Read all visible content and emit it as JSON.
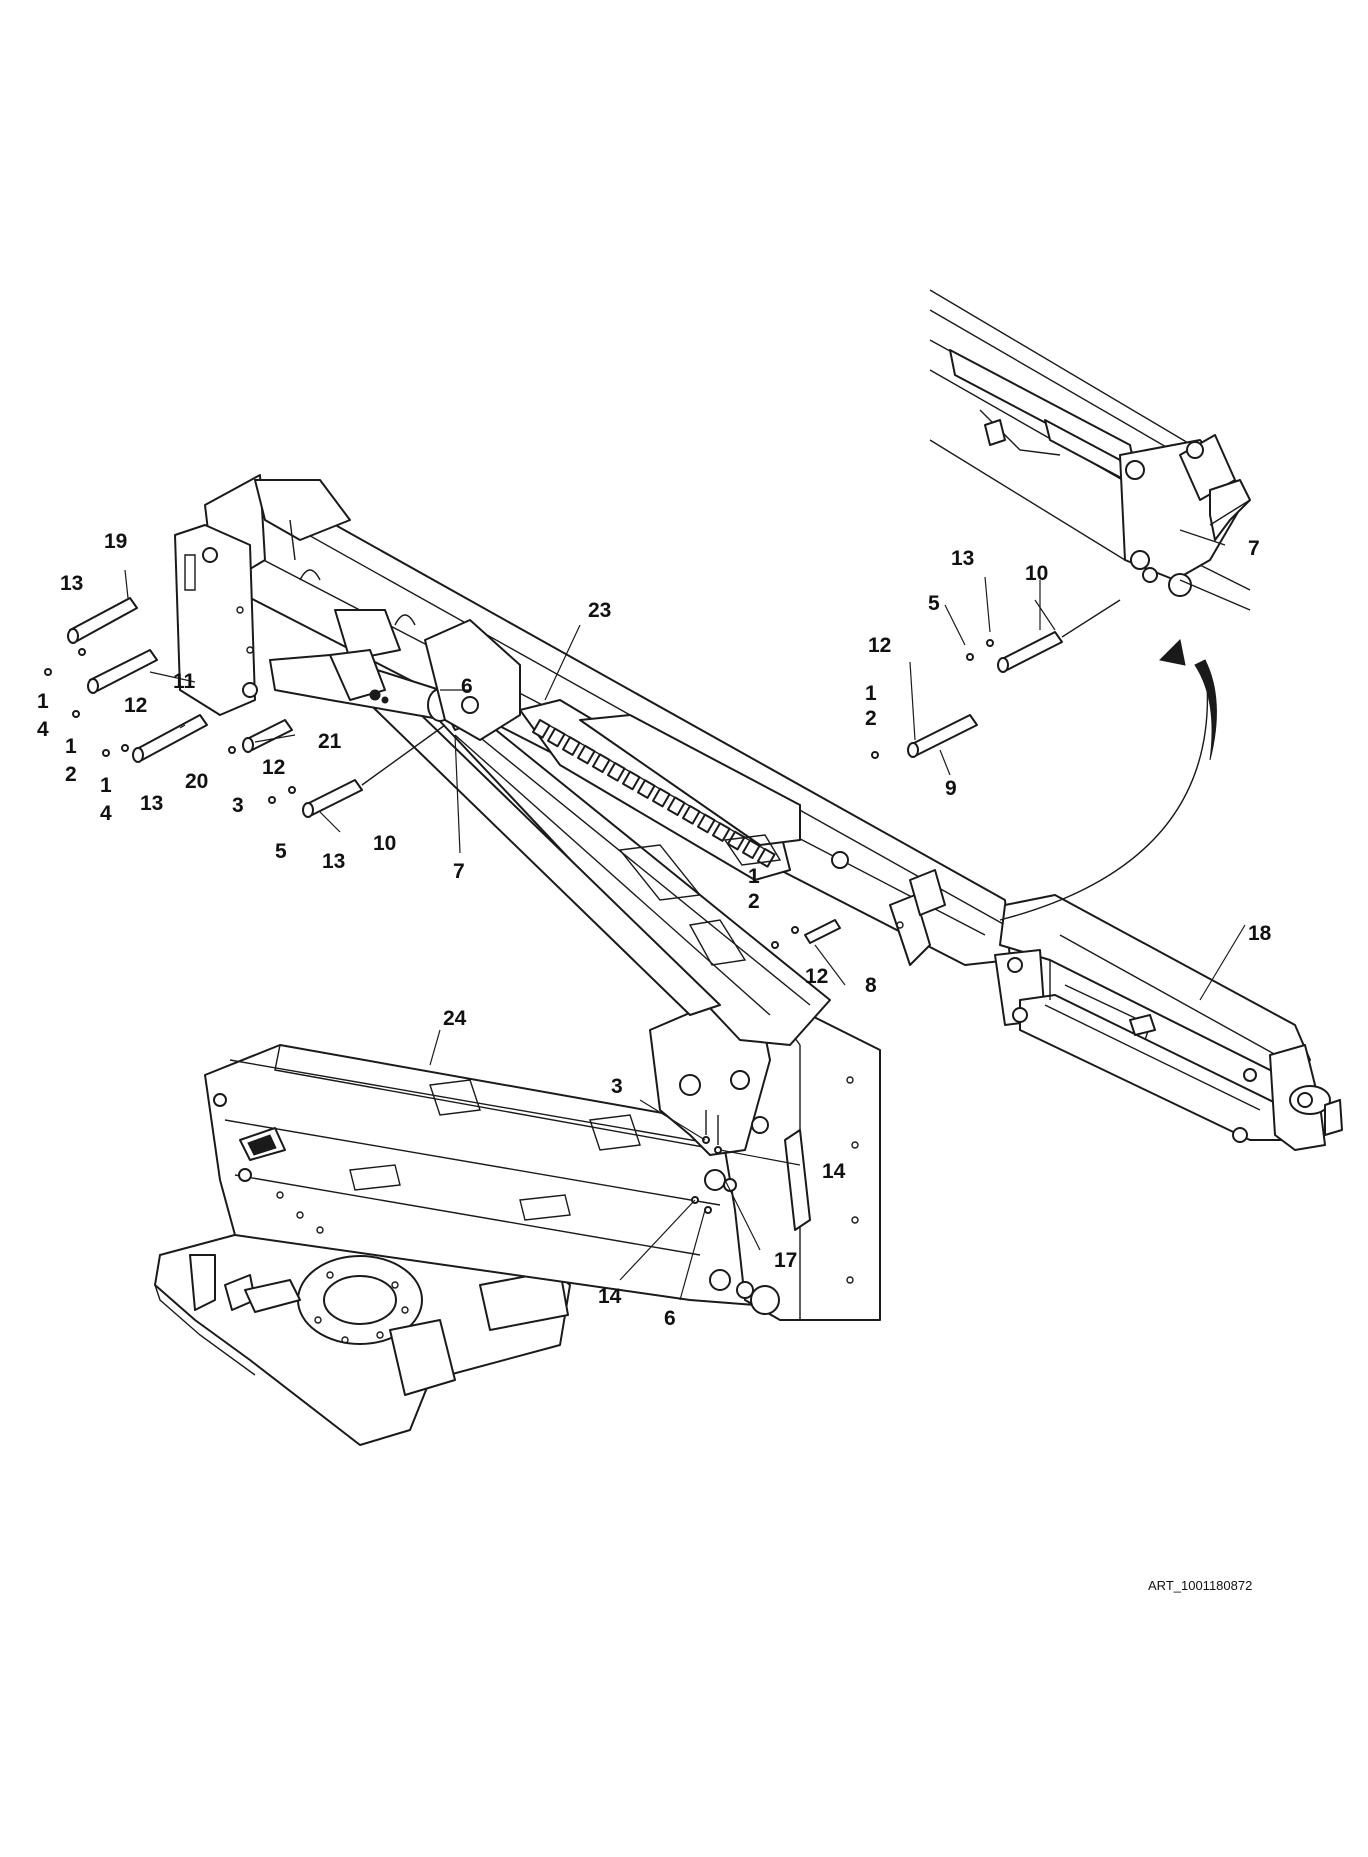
{
  "callouts": [
    {
      "id": "c19",
      "text": "19"
    },
    {
      "id": "c13a",
      "text": "13"
    },
    {
      "id": "c1a",
      "text": "1"
    },
    {
      "id": "c4a",
      "text": "4"
    },
    {
      "id": "c11",
      "text": "11"
    },
    {
      "id": "c12a",
      "text": "12"
    },
    {
      "id": "c1b",
      "text": "1"
    },
    {
      "id": "c2b",
      "text": "2"
    },
    {
      "id": "c1c",
      "text": "1"
    },
    {
      "id": "c4c",
      "text": "4"
    },
    {
      "id": "c13b",
      "text": "13"
    },
    {
      "id": "c20",
      "text": "20"
    },
    {
      "id": "c3a",
      "text": "3"
    },
    {
      "id": "c12b",
      "text": "12"
    },
    {
      "id": "c21",
      "text": "21"
    },
    {
      "id": "c5a",
      "text": "5"
    },
    {
      "id": "c13c",
      "text": "13"
    },
    {
      "id": "c10a",
      "text": "10"
    },
    {
      "id": "c7a",
      "text": "7"
    },
    {
      "id": "c6a",
      "text": "6"
    },
    {
      "id": "c23",
      "text": "23"
    },
    {
      "id": "c1d",
      "text": "1"
    },
    {
      "id": "c2d",
      "text": "2"
    },
    {
      "id": "c12c",
      "text": "12"
    },
    {
      "id": "c8",
      "text": "8"
    },
    {
      "id": "c18",
      "text": "18"
    },
    {
      "id": "c24",
      "text": "24"
    },
    {
      "id": "c3b",
      "text": "3"
    },
    {
      "id": "c14a",
      "text": "14"
    },
    {
      "id": "c17",
      "text": "17"
    },
    {
      "id": "c14b",
      "text": "14"
    },
    {
      "id": "c6b",
      "text": "6"
    },
    {
      "id": "c7b",
      "text": "7"
    },
    {
      "id": "c13d",
      "text": "13"
    },
    {
      "id": "c10b",
      "text": "10"
    },
    {
      "id": "c5b",
      "text": "5"
    },
    {
      "id": "c12d",
      "text": "12"
    },
    {
      "id": "c1e",
      "text": "1"
    },
    {
      "id": "c2e",
      "text": "2"
    },
    {
      "id": "c9",
      "text": "9"
    }
  ],
  "art_reference": "ART_1001180872",
  "colors": {
    "line": "#1a1a1a",
    "background": "#ffffff"
  }
}
